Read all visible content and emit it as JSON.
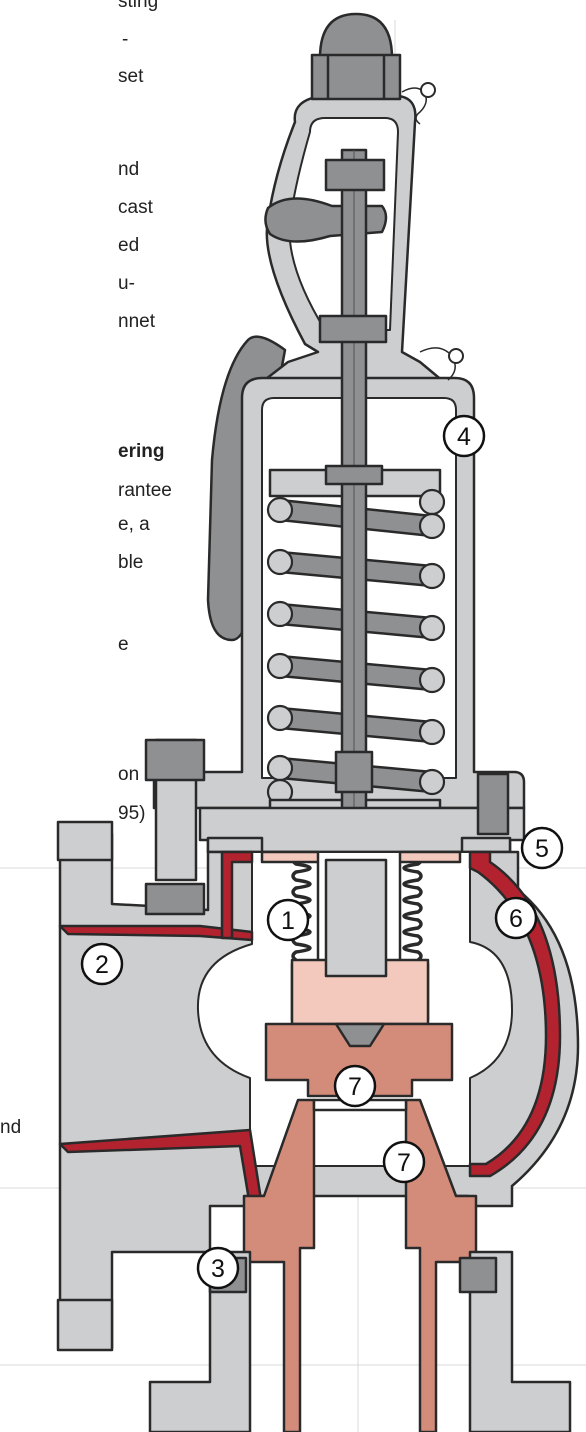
{
  "text_fragments": [
    "sting",
    "-",
    "set",
    "nd",
    "cast",
    "ed",
    "u-",
    "nnet",
    "ering",
    "rantee",
    "e, a",
    "ble",
    "e",
    "on",
    "95)",
    "nd"
  ],
  "callouts": [
    "1",
    "2",
    "3",
    "4",
    "5",
    "6",
    "7",
    "7"
  ],
  "colors": {
    "steel": "#cdcecf",
    "dark_steel": "#8e9092",
    "outline": "#2a2a2a",
    "red_lining": "#b3232f",
    "copper": "#d48c7a",
    "light_copper": "#f3c9bd",
    "background": "#ffffff"
  }
}
